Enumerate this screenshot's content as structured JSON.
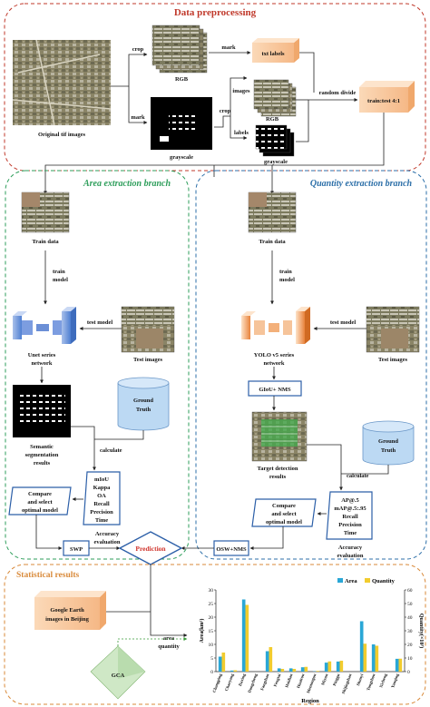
{
  "titles": {
    "preprocessing": "Data preprocessing",
    "area_branch": "Area extraction branch",
    "quantity_branch": "Quantity extraction branch",
    "statistical": "Statistical results"
  },
  "preprocessing": {
    "original_label": "Original tif images",
    "crop_top": "crop",
    "mark_top": "mark",
    "rgb_top": "RGB",
    "txt_labels": "txt labels",
    "mark_bottom": "mark",
    "grayscale_left": "grayscale",
    "crop_bottom": "crop",
    "images": "images",
    "labels": "labels",
    "rgb_bottom": "RGB",
    "grayscale_right": "grayscale",
    "random_divide": "random divide",
    "train_test": "train:test 4:1"
  },
  "area_branch": {
    "train_data": "Train data",
    "train_model_1": "train",
    "train_model_2": "model",
    "test_model": "test model",
    "unet_1": "Unet series",
    "unet_2": "network",
    "test_images": "Test images",
    "ground_truth_1": "Ground",
    "ground_truth_2": "Truth",
    "seg_1": "Semantic",
    "seg_2": "segmentation",
    "seg_3": "results",
    "calculate": "calculate",
    "compare_1": "Compare",
    "compare_2": "and select",
    "compare_3": "optimal model",
    "metrics": [
      "mIoU",
      "Kappa",
      "OA",
      "Recall",
      "Precision",
      "Time"
    ],
    "accuracy_1": "Accuracy",
    "accuracy_2": "evaluation",
    "swp": "SWP"
  },
  "quantity_branch": {
    "train_data": "Train data",
    "train_model_1": "train",
    "train_model_2": "model",
    "test_model": "test model",
    "yolo_1": "YOLO v5 series",
    "yolo_2": "network",
    "test_images": "Test images",
    "giou": "GIoU+ NMS",
    "ground_truth_1": "Ground",
    "ground_truth_2": "Truth",
    "det_1": "Target detection",
    "det_2": "results",
    "calculate": "calculate",
    "compare_1": "Compare",
    "compare_2": "and select",
    "compare_3": "optimal model",
    "metrics": [
      "AP@.5",
      "mAP@.5:.95",
      "Recall",
      "Precision",
      "Time"
    ],
    "accuracy_1": "Accuracy",
    "accuracy_2": "evaluation",
    "osw": "OSW+NMS"
  },
  "prediction": "Prediction",
  "statistical": {
    "google_1": "Google Earth",
    "google_2": "images in Beijing",
    "area_quantity_1": "area",
    "area_quantity_2": "quantity",
    "gca": "GCA"
  },
  "colors": {
    "red_title": "#c0392b",
    "green_title": "#2e9e5b",
    "blue_title": "#2c6fa8",
    "orange_title": "#d98a3a",
    "area_bar": "#2aa7d6",
    "quantity_bar": "#f2cc2e",
    "prediction_red": "#d0342c",
    "box_blue": "#2c5fa8"
  },
  "chart_data": {
    "type": "bar",
    "categories": [
      "Changping",
      "Chaoyang",
      "Daxing",
      "Dongcheng",
      "Fangshan",
      "Fengtai",
      "Haidian",
      "Huairou",
      "Mentougou",
      "Miyun",
      "Pinggu",
      "Shijingshan",
      "Shunyi",
      "Tongzhou",
      "Xicheng",
      "Yanqing"
    ],
    "series": [
      {
        "name": "Area",
        "axis": "left",
        "values": [
          5.5,
          0.4,
          26.5,
          0,
          7.5,
          1.2,
          1.2,
          1.6,
          0.1,
          3.3,
          3.7,
          0,
          18.5,
          10,
          0,
          4.7
        ]
      },
      {
        "name": "Quantity",
        "axis": "right",
        "values": [
          14,
          1,
          49,
          0,
          18,
          2,
          2,
          3.5,
          0.5,
          7.5,
          8,
          0,
          20.5,
          19,
          0,
          9.5
        ]
      }
    ],
    "xlabel": "Region",
    "ylabel": "Area(km²)",
    "y2label": "Quantity(×10³)",
    "ylim": [
      0,
      30
    ],
    "y2lim": [
      0,
      60
    ],
    "yticks": [
      0,
      5,
      10,
      15,
      20,
      25,
      30
    ],
    "y2ticks": [
      0,
      10,
      20,
      30,
      40,
      50,
      60
    ],
    "legend": "top-center"
  }
}
